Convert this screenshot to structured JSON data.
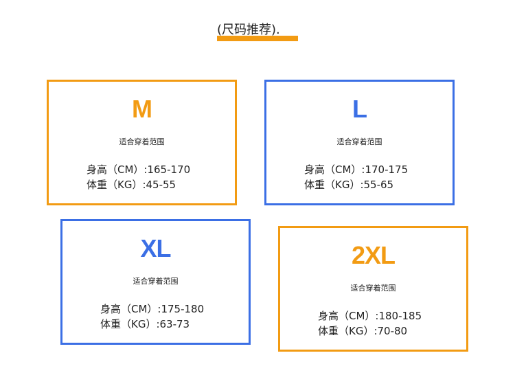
{
  "title": "(尺码推荐).",
  "colors": {
    "orange": "#f29b13",
    "blue": "#3b6fe5"
  },
  "cards": [
    {
      "size": "M",
      "subtitle": "适合穿着范围",
      "height": "身高（CM）:165-170",
      "weight": "体重（KG）:45-55",
      "color": "orange"
    },
    {
      "size": "L",
      "subtitle": "适合穿着范围",
      "height": "身高（CM）:170-175",
      "weight": "体重（KG）:55-65",
      "color": "blue"
    },
    {
      "size": "XL",
      "subtitle": "适合穿着范围",
      "height": "身高（CM）:175-180",
      "weight": "体重（KG）:63-73",
      "color": "blue"
    },
    {
      "size": "2XL",
      "subtitle": "适合穿着范围",
      "height": "身高（CM）:180-185",
      "weight": "体重（KG）:70-80",
      "color": "orange"
    }
  ]
}
